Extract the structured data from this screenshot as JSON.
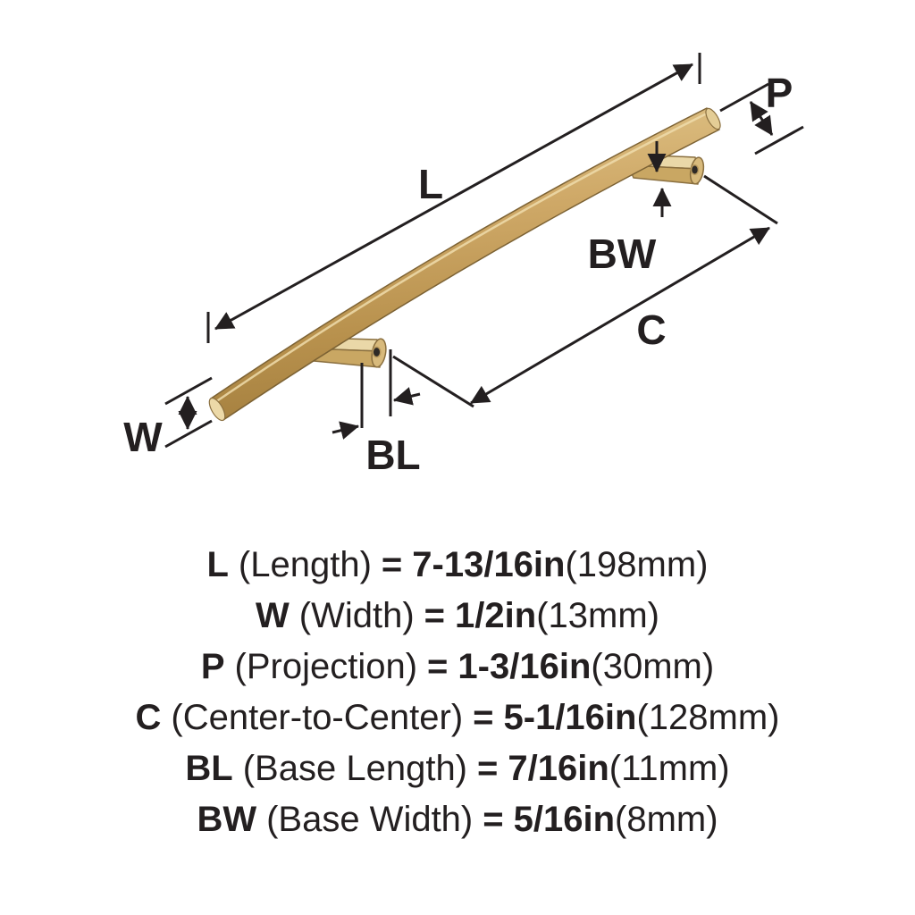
{
  "diagram": {
    "dim_labels": {
      "L": "L",
      "P": "P",
      "BW": "BW",
      "C": "C",
      "W": "W",
      "BL": "BL"
    },
    "colors": {
      "dimension_line": "#231f20",
      "handle_gold_light": "#e3c98e",
      "handle_gold_mid": "#cfa968",
      "handle_gold_dark": "#a5803f",
      "background": "#ffffff"
    }
  },
  "specs": [
    {
      "abbr": "L",
      "name": "(Length)",
      "eq": "=",
      "value": "7-13/16in",
      "metric": "(198mm)"
    },
    {
      "abbr": "W",
      "name": "(Width)",
      "eq": "=",
      "value": "1/2in",
      "metric": "(13mm)"
    },
    {
      "abbr": "P",
      "name": "(Projection)",
      "eq": "=",
      "value": "1-3/16in",
      "metric": "(30mm)"
    },
    {
      "abbr": "C",
      "name": "(Center-to-Center)",
      "eq": "=",
      "value": "5-1/16in",
      "metric": "(128mm)"
    },
    {
      "abbr": "BL",
      "name": "(Base Length)",
      "eq": "=",
      "value": "7/16in",
      "metric": "(11mm)"
    },
    {
      "abbr": "BW",
      "name": "(Base Width)",
      "eq": "=",
      "value": "5/16in",
      "metric": "(8mm)"
    }
  ]
}
